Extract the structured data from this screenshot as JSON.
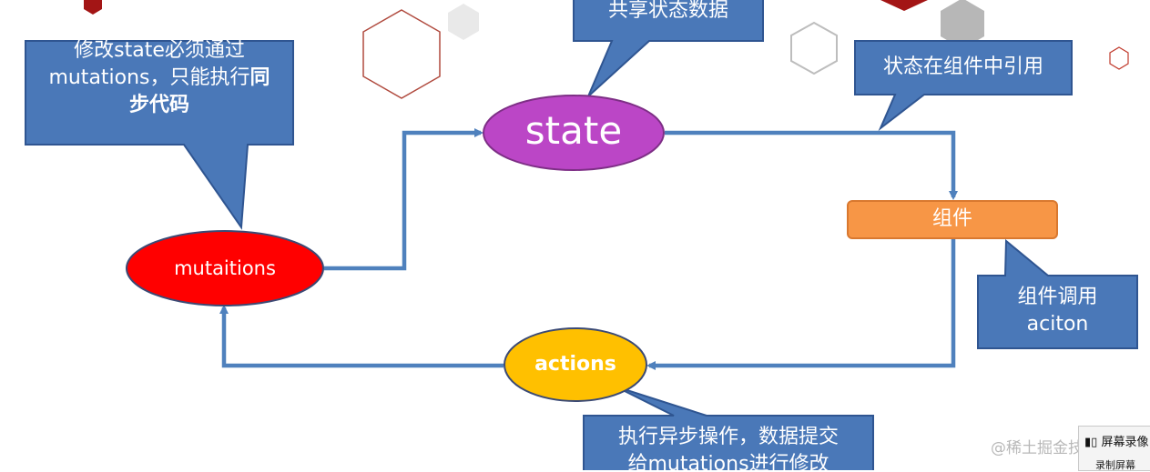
{
  "nodes": {
    "state": "state",
    "mutations": "mutaitions",
    "actions": "actions",
    "component": "组件"
  },
  "callouts": {
    "shared_state": "共享状态数据",
    "state_usage": "状态在组件中引用",
    "mutations_note_line1": "修改state必须通过",
    "mutations_note_line2_normal": "mutations，只能执行",
    "mutations_note_line2_bold": "同",
    "mutations_note_line3_bold": "步代码",
    "component_call_line1": "组件调用",
    "component_call_line2": "aciton",
    "actions_note_line1": "执行异步操作，数据提交",
    "actions_note_line2": "给mutations进行修改"
  },
  "watermark": "@稀土掘金技术社区",
  "recorder": {
    "title": "屏幕录像",
    "button": "录制屏幕"
  },
  "colors": {
    "callout_fill": "#4a78b8",
    "callout_stroke": "#2f5591",
    "arrow": "#4f81bd",
    "state_fill": "#bb46c6",
    "mutations_fill": "#ff0000",
    "actions_fill": "#ffc000",
    "component_fill": "#f79646"
  }
}
